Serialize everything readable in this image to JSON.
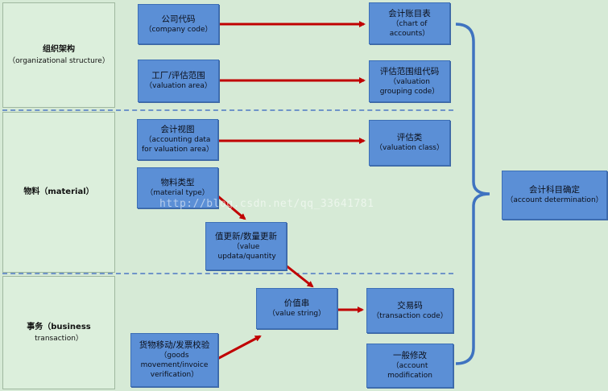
{
  "sections": [
    {
      "cn": "组织架构",
      "en": "（organizational  structure）"
    },
    {
      "cn": "物料（material）",
      "en": ""
    },
    {
      "cn": "事务（business",
      "en": "transaction）"
    }
  ],
  "boxes": {
    "company_code": {
      "cn": "公司代码",
      "en": "（company code）"
    },
    "valuation_area": {
      "cn": "工厂/评估范围",
      "en": "（valuation area）"
    },
    "chart_of_accounts": {
      "cn": "会计账目表",
      "en": "（chart of accounts）"
    },
    "valuation_grouping_code": {
      "cn": "评估范围组代码",
      "en": "（valuation grouping code）"
    },
    "accounting_view": {
      "cn": "会计视图",
      "en": "（accounting data for valuation area）"
    },
    "valuation_class": {
      "cn": "评估类",
      "en": "（valuation class）"
    },
    "material_type": {
      "cn": "物料类型",
      "en": "（material type）"
    },
    "value_quantity_update": {
      "cn": "值更新/数量更新",
      "en": "（value updata/quantity"
    },
    "value_string": {
      "cn": "价值串",
      "en": "（value string）"
    },
    "transaction_code": {
      "cn": "交易码",
      "en": "（transaction code）"
    },
    "goods_movement": {
      "cn": "货物移动/发票校验",
      "en": "（goods movement/invoice verification）"
    },
    "account_modification": {
      "cn": "一般修改",
      "en": "（account modification"
    },
    "account_determination": {
      "cn": "会计科目确定",
      "en": "（account determination）"
    }
  },
  "watermark": "http://blog.csdn.net/qq_33641781",
  "colors": {
    "background": "#d6ead6",
    "box_fill": "#5b8fd6",
    "arrow": "#c00000",
    "brace": "#3f73c0",
    "divider": "#6f94c8"
  }
}
